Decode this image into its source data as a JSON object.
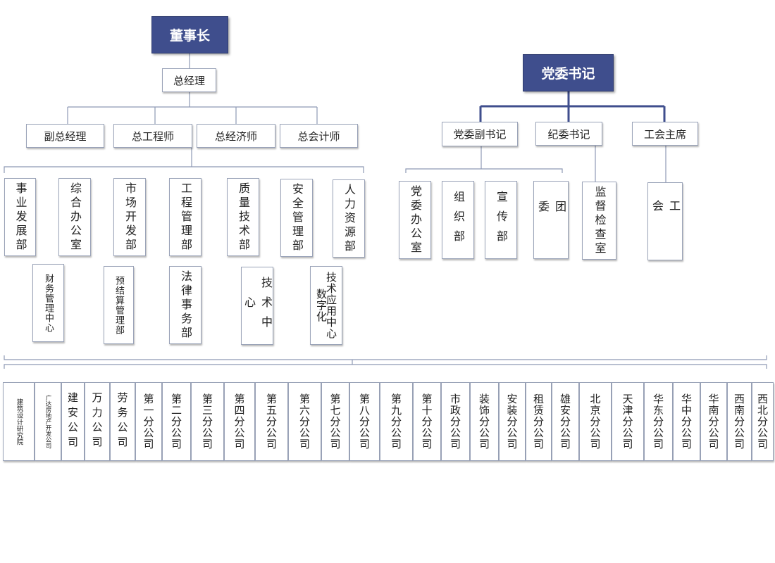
{
  "chairman": "董事长",
  "general_manager": "总经理",
  "deputies": [
    "副总经理",
    "总工程师",
    "总经济师",
    "总会计师"
  ],
  "departments_row1": [
    "事业发展部",
    "综合办公室",
    "市场开发部",
    "工程管理部",
    "质量技术部",
    "安全管理部",
    "人力资源部"
  ],
  "departments_row2": [
    "财务管理中心",
    "预结算管理部",
    "法律事务部",
    "技术中心",
    "技术应用中心数字化"
  ],
  "party_secretary": "党委书记",
  "party_deputies": [
    "党委副书记",
    "纪委书记",
    "工会主席"
  ],
  "party_depts": [
    "党委办公室",
    "组织部",
    "宣传部",
    "团委",
    "监督检查室",
    "工会"
  ],
  "subsidiaries": [
    "建筑设计研究院",
    "广达房地产开发公司",
    "建安公司",
    "万力公司",
    "劳务公司",
    "第一分公司",
    "第二分公司",
    "第三分公司",
    "第四分公司",
    "第五分公司",
    "第六分公司",
    "第七分公司",
    "第八分公司",
    "第九分公司",
    "第十分公司",
    "市政分公司",
    "装饰分公司",
    "安装分公司",
    "租赁分公司",
    "雄安分公司",
    "北京分公司",
    "天津分公司",
    "华东分公司",
    "华中分公司",
    "华南分公司",
    "西南分公司",
    "西北分公司"
  ],
  "colors": {
    "head_fill": "#3f4e8d",
    "party_line": "#3f4e8d",
    "line": "#8e99b5",
    "border": "#9aa3b8"
  }
}
